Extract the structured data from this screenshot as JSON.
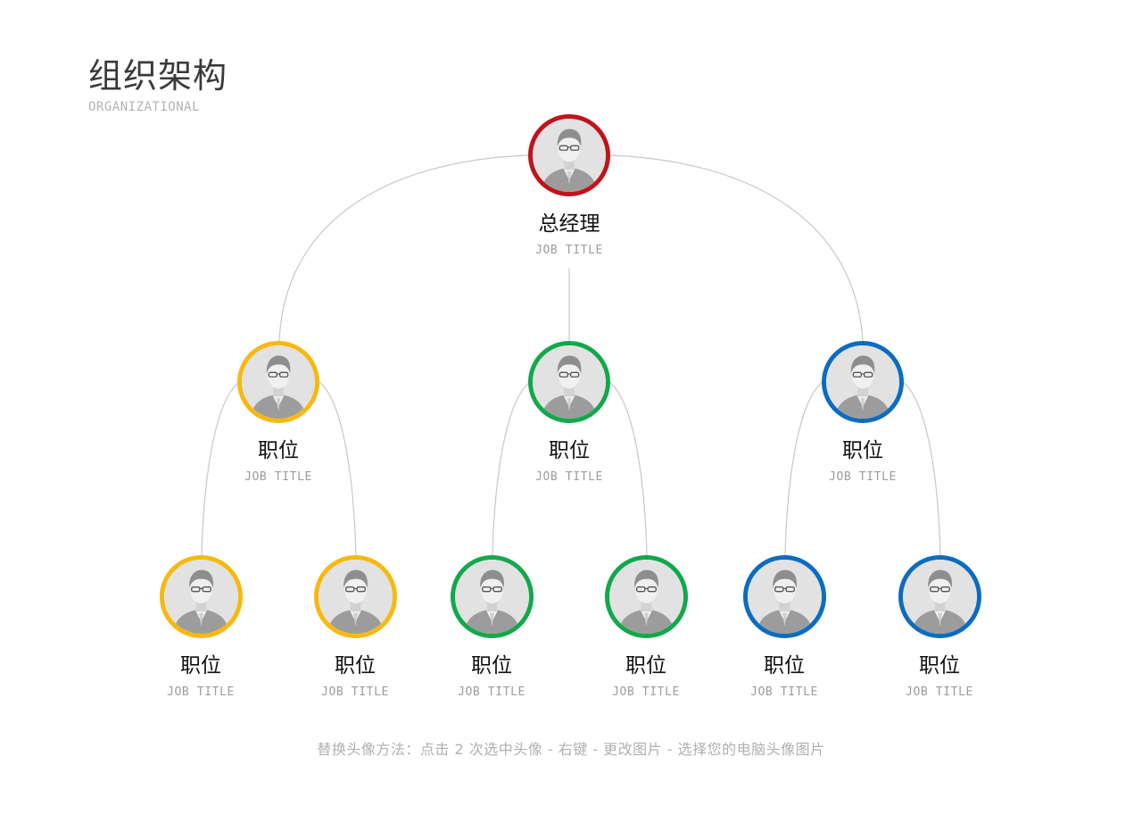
{
  "header": {
    "title": "组织架构",
    "subtitle": "ORGANIZATIONAL"
  },
  "colors": {
    "red": "#c0141a",
    "yellow": "#f7b90f",
    "green": "#12a84b",
    "blue": "#0c6cc0",
    "line": "#c8c8c8"
  },
  "nodes": {
    "ceo": {
      "role": "总经理",
      "sub": "JOB TITLE",
      "color": "red",
      "icon": "person-avatar-icon"
    },
    "mid_left": {
      "role": "职位",
      "sub": "JOB TITLE",
      "color": "yellow",
      "icon": "person-avatar-icon"
    },
    "mid_center": {
      "role": "职位",
      "sub": "JOB TITLE",
      "color": "green",
      "icon": "person-avatar-icon"
    },
    "mid_right": {
      "role": "职位",
      "sub": "JOB TITLE",
      "color": "blue",
      "icon": "person-avatar-icon"
    },
    "leaf_1": {
      "role": "职位",
      "sub": "JOB TITLE",
      "color": "yellow",
      "icon": "person-avatar-icon"
    },
    "leaf_2": {
      "role": "职位",
      "sub": "JOB TITLE",
      "color": "yellow",
      "icon": "person-avatar-icon"
    },
    "leaf_3": {
      "role": "职位",
      "sub": "JOB TITLE",
      "color": "green",
      "icon": "person-avatar-icon"
    },
    "leaf_4": {
      "role": "职位",
      "sub": "JOB TITLE",
      "color": "green",
      "icon": "person-avatar-icon"
    },
    "leaf_5": {
      "role": "职位",
      "sub": "JOB TITLE",
      "color": "blue",
      "icon": "person-avatar-icon"
    },
    "leaf_6": {
      "role": "职位",
      "sub": "JOB TITLE",
      "color": "blue",
      "icon": "person-avatar-icon"
    }
  },
  "footer": {
    "note": "替换头像方法：点击 2 次选中头像 - 右键 - 更改图片 - 选择您的电脑头像图片"
  }
}
